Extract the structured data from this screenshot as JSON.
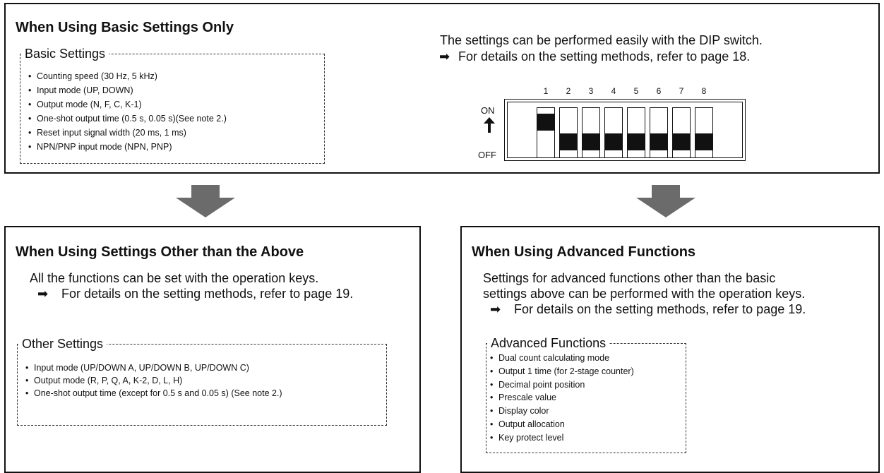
{
  "basic": {
    "title": "When Using Basic Settings Only",
    "group_label": "Basic Settings",
    "items": [
      "Counting speed (30 Hz, 5 kHz)",
      "Input mode (UP, DOWN)",
      "Output mode (N, F, C, K-1)",
      "One-shot output time (0.5 s, 0.05 s)(See note 2.)",
      "Reset input signal width (20 ms, 1 ms)",
      "NPN/PNP input mode (NPN, PNP)"
    ],
    "desc_line1": "The settings can be performed easily with the DIP switch.",
    "ref_arrow": "➡",
    "ref_text": "For details on the setting methods, refer to page 18."
  },
  "dip": {
    "numbers": [
      "1",
      "2",
      "3",
      "4",
      "5",
      "6",
      "7",
      "8"
    ],
    "on_label": "ON",
    "off_label": "OFF",
    "switch_on": [
      true,
      false,
      false,
      false,
      false,
      false,
      false,
      false
    ]
  },
  "other": {
    "title": "When Using Settings Other than the Above",
    "desc_line1": "All the functions can be set with the operation keys.",
    "ref_arrow": "➡",
    "ref_text": "For details on the setting methods, refer to page 19.",
    "group_label": "Other Settings",
    "items": [
      "Input mode (UP/DOWN A, UP/DOWN B, UP/DOWN C)",
      "Output mode (R, P, Q, A, K-2, D, L, H)",
      "One-shot output time (except for 0.5 s and 0.05 s) (See note 2.)"
    ]
  },
  "advanced": {
    "title": "When Using Advanced Functions",
    "desc_line1": "Settings for advanced functions other than the basic",
    "desc_line2": "settings above can be performed with the operation keys.",
    "ref_arrow": "➡",
    "ref_text": "For details on the setting methods, refer to page 19.",
    "group_label": "Advanced Functions",
    "items": [
      "Dual count calculating mode",
      "Output 1 time (for 2-stage counter)",
      "Decimal point position",
      "Prescale value",
      "Display color",
      "Output allocation",
      "Key protect level"
    ]
  },
  "colors": {
    "arrow": "#6b6b6b",
    "border": "#111111"
  }
}
